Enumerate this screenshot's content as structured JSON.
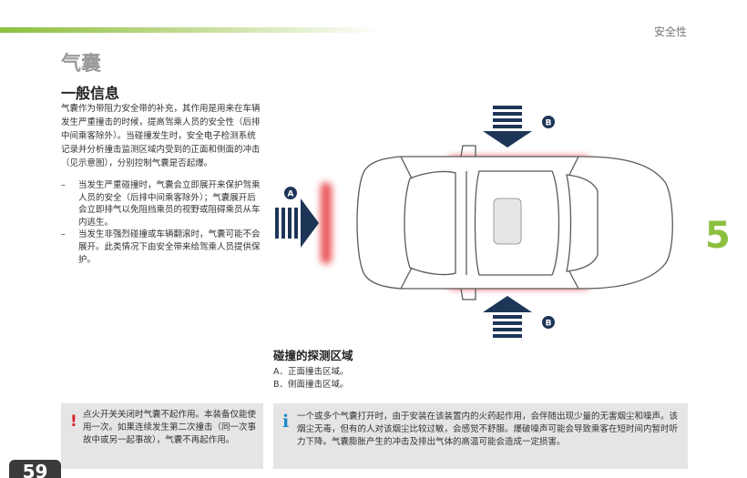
{
  "header": {
    "section": "安全性"
  },
  "title": "气囊",
  "subtitle": "一般信息",
  "intro": "气囊作为带阻力安全带的补充，其作用是用来在车辆发生严重撞击的时候，提高驾乘人员的安全性（后排中间乘客除外）。当碰撞发生时，安全电子检测系统记录并分析撞击监测区域内受到的正面和侧面的冲击（见示意图），分别控制气囊是否起爆。",
  "bullets": [
    "当发生严重碰撞时，气囊会立即展开来保护驾乘人员的安全（后排中间乘客除外）；气囊展开后会立即排气以免阻挡乘员的视野或阻碍乘员从车内逃生。",
    "当发生非强烈碰撞或车辆翻滚时，气囊可能不会展开。此类情况下由安全带来给驾乘人员提供保护。"
  ],
  "diagram": {
    "front_marker": "A",
    "side_marker_top": "B",
    "side_marker_bottom": "B",
    "zone_color": "#e8343a",
    "arrow_color": "#1d3557"
  },
  "chapter_number": "5",
  "detection": {
    "title": "碰撞的探测区域",
    "items": [
      "A．正面撞击区域。",
      "B．侧面撞击区域。"
    ]
  },
  "warning": {
    "icon": "warning-exclamation-icon",
    "text": "点火开关关闭时气囊不起作用。本装备仅能使用一次。如果连续发生第二次撞击（同一次事故中或另一起事故），气囊不再起作用。"
  },
  "info": {
    "icon": "info-icon",
    "text": "一个或多个气囊打开时，由于安装在该装置内的火药起作用，会伴随出现少量的无害烟尘和噪声。该烟尘无毒，但有的人对该烟尘比较过敏，会感觉不舒服。爆破噪声可能会导致乘客在短时间内暂时听力下降。气囊膨胀产生的冲击及排出气体的高温可能会造成一定损害。"
  },
  "page_number": "59"
}
